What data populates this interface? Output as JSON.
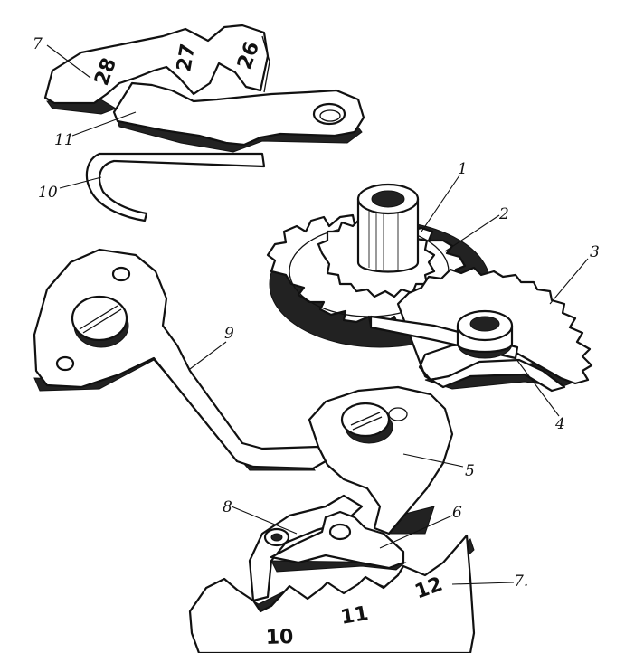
{
  "part_labels": {
    "p1": "1",
    "p2": "2",
    "p3": "3",
    "p4": "4",
    "p5": "5",
    "p6": "6",
    "p7_top": "7",
    "p7_bottom": "7.",
    "p8": "8",
    "p9": "9",
    "p10": "10",
    "p11": "11"
  },
  "tooth_labels": {
    "t28": "28",
    "t27": "27",
    "t26": "26",
    "t12": "12",
    "t11": "11",
    "t10": "10"
  },
  "colors": {
    "ink": "#111111",
    "paper": "#ffffff"
  }
}
